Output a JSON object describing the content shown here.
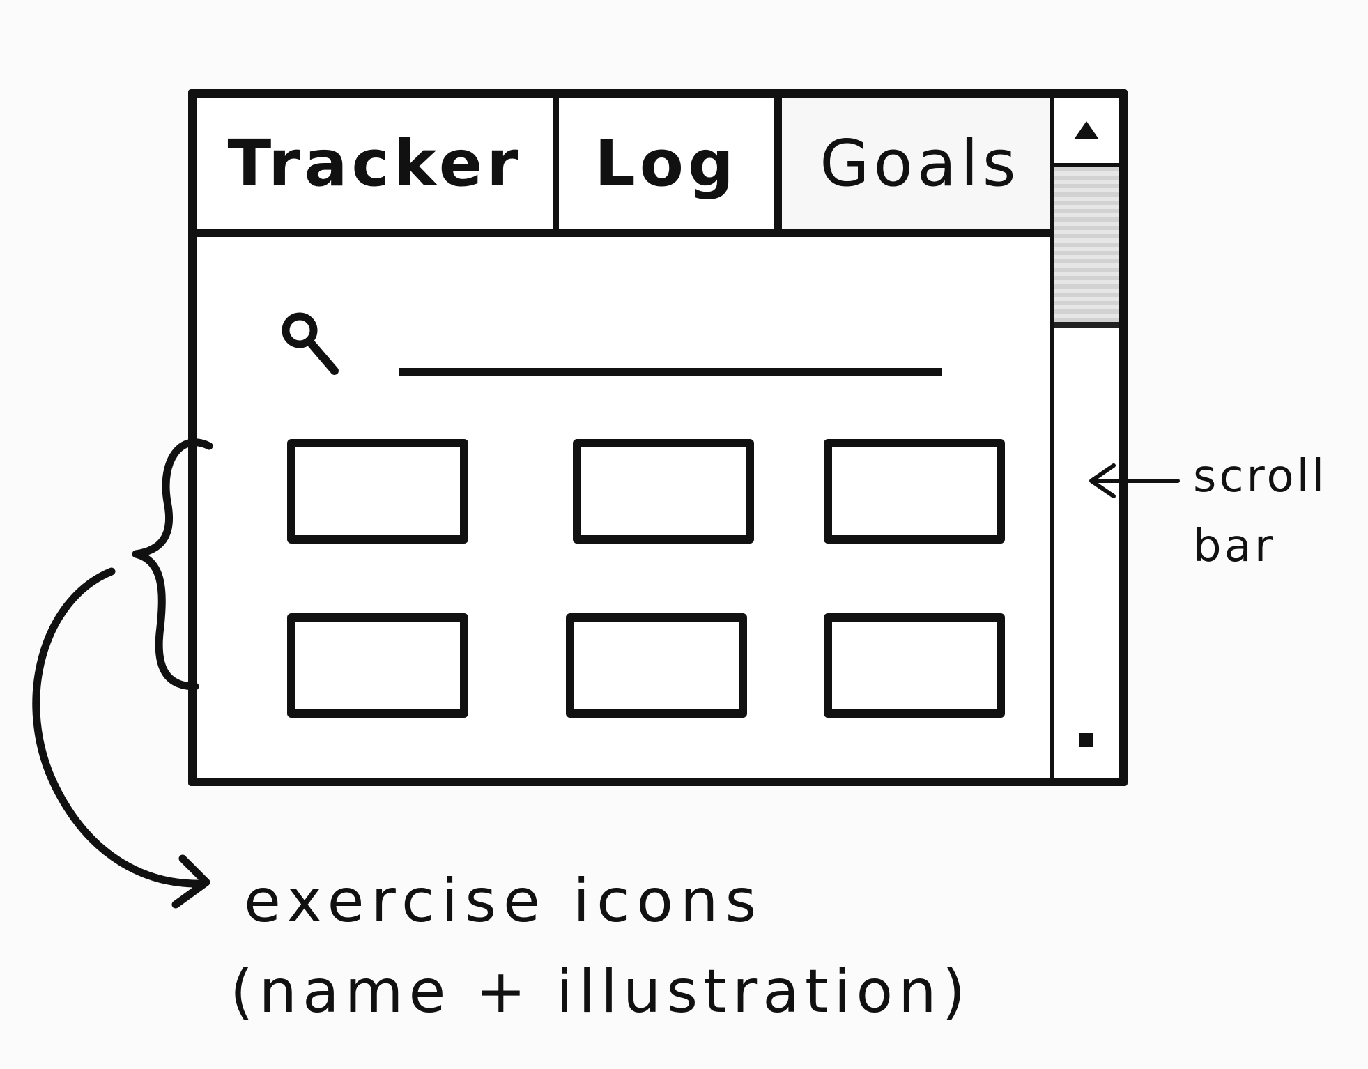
{
  "tabs": [
    {
      "label": "Tracker"
    },
    {
      "label": "Log"
    },
    {
      "label": "Goals"
    }
  ],
  "search": {
    "placeholder": ""
  },
  "exercise_icons": [
    {
      "label": ""
    },
    {
      "label": ""
    },
    {
      "label": ""
    },
    {
      "label": ""
    },
    {
      "label": ""
    },
    {
      "label": ""
    }
  ],
  "scrollbar": {
    "up_icon": "triangle-up-icon",
    "down_icon": "square-icon"
  },
  "annotations": {
    "scroll_bar_line1": "scroll",
    "scroll_bar_line2": "bar",
    "exercise_icons_line1": "exercise icons",
    "exercise_icons_line2": "(name + illustration)"
  },
  "colors": {
    "ink": "#111111",
    "paper": "#fbfbfb"
  }
}
